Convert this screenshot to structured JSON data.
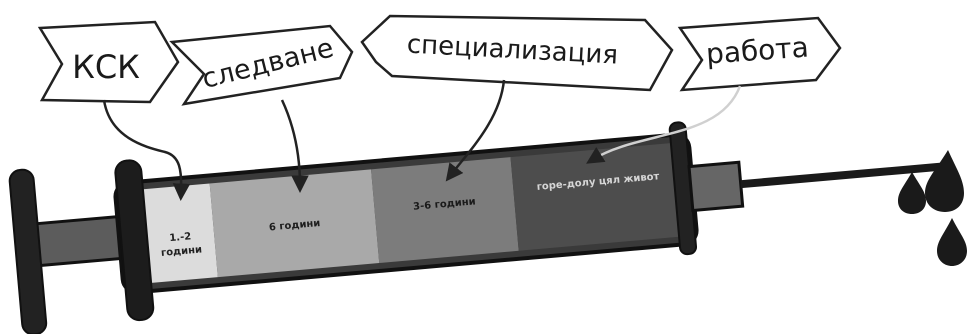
{
  "labels": {
    "ksk": "КСК",
    "sledvane": "следване",
    "specializacia": "специализация",
    "rabota": "работа"
  },
  "segments": {
    "s1_line1": "1.-2",
    "s1_line2": "години",
    "s2": "6 години",
    "s3": "3-6 години",
    "s4": "горе-долу цял живот"
  },
  "colors": {
    "segment_1": "#dcdcdc",
    "segment_2": "#a9a9a9",
    "segment_3": "#7c7c7c",
    "segment_4": "#4d4d4d",
    "outline": "#111111"
  }
}
